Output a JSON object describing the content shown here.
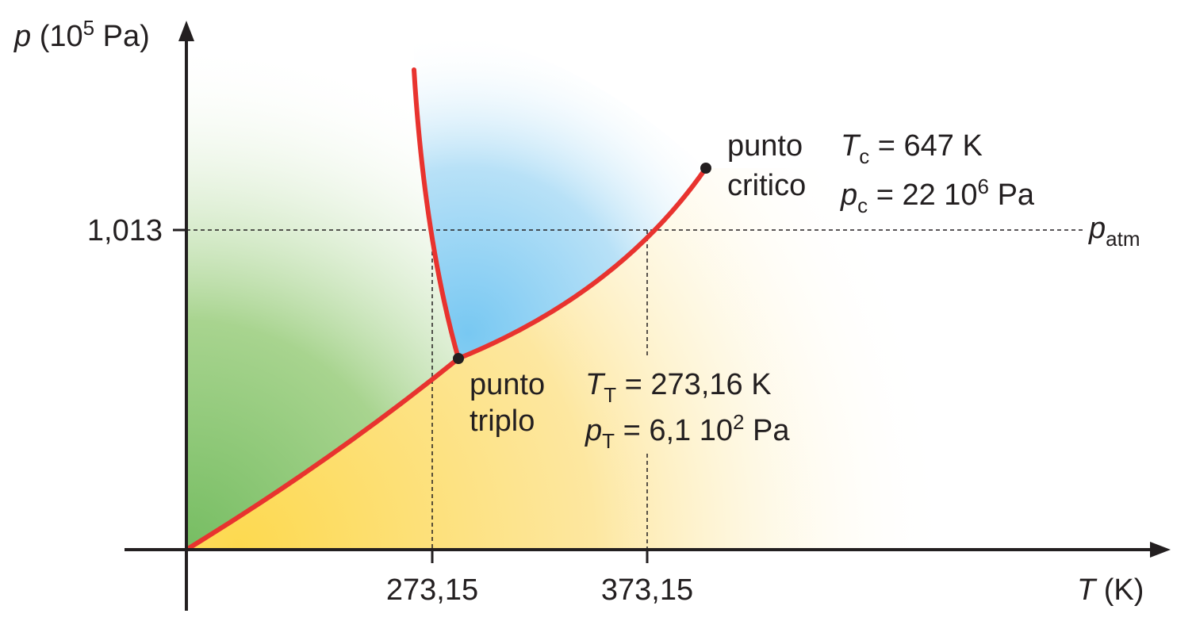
{
  "axes": {
    "y_label": {
      "symbol": "p",
      "open": " (10",
      "exp": "5",
      "close": " Pa)"
    },
    "x_label": {
      "symbol": "T",
      "rest": " (K)"
    },
    "y_tick": "1,013",
    "x_ticks": [
      "273,15",
      "373,15"
    ]
  },
  "annotations": {
    "p_atm": {
      "symbol": "p",
      "sub": "atm"
    },
    "critical": {
      "label_line1": "punto",
      "label_line2": "critico",
      "T": {
        "symbol": "T",
        "sub": "c",
        "value": " = 647 K"
      },
      "p": {
        "symbol": "p",
        "sub": "c",
        "value": " = 22 10",
        "exp": "6",
        "unit": " Pa"
      }
    },
    "triple": {
      "label_line1": "punto",
      "label_line2": "triplo",
      "T": {
        "symbol": "T",
        "sub": "T",
        "value": " = 273,16 K"
      },
      "p": {
        "symbol": "p",
        "sub": "T",
        "value": " = 6,1 10",
        "exp": "2",
        "unit": " Pa"
      }
    }
  },
  "colors": {
    "phase_line": "#e8332f",
    "solid_region": "#7cc06a",
    "liquid_region": "#7fcaf2",
    "vapor_region": "#fddc62",
    "axis": "#231f20"
  }
}
